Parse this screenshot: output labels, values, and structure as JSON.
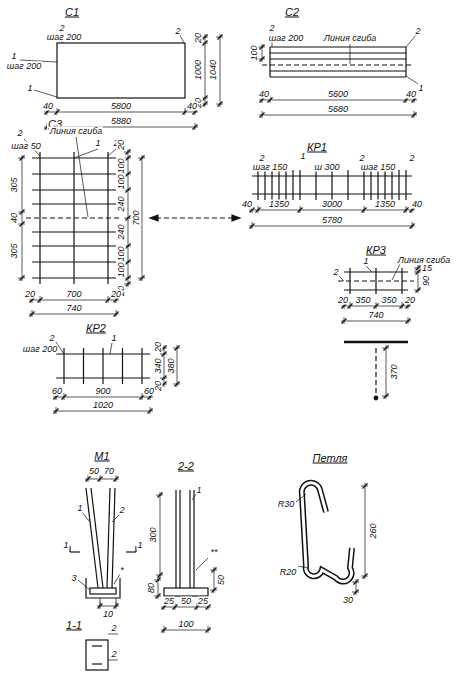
{
  "diagram": {
    "labels": [
      "С1",
      "2",
      "шаг 200",
      "2",
      "1",
      "шаг 200",
      "1",
      "20",
      "1000",
      "1040",
      "20",
      "40",
      "5800",
      "40",
      "5880",
      "С2",
      "2",
      "шаг 200",
      "Линия сгиба",
      "2",
      "100",
      "1",
      "40",
      "5600",
      "40",
      "5680",
      "С3",
      "2",
      "шаг 50",
      "Линия сгиба",
      "1",
      "2",
      "305",
      "40",
      "305",
      "20",
      "100",
      "100",
      "240",
      "240",
      "100",
      "100",
      "20",
      "700",
      "20",
      "700",
      "20",
      "740",
      "КР1",
      "2",
      "шаг 150",
      "1",
      "ш 300",
      "2",
      "шаг 150",
      "2",
      "40",
      "1350",
      "3000",
      "1350",
      "40",
      "5780",
      "КР3",
      "1",
      "Линия сгиба",
      "2",
      "15",
      "90",
      "20",
      "350",
      "350",
      "20",
      "740",
      "370",
      "КР2",
      "2",
      "шаг 200",
      "1",
      "20",
      "340",
      "20",
      "380",
      "60",
      "900",
      "60",
      "1020",
      "М1",
      "50",
      "70",
      "1",
      "2",
      "1",
      "1",
      "3",
      "*",
      "10",
      "1-1",
      "2",
      "2",
      "2-2",
      "1",
      "300",
      "80",
      "50",
      "**",
      "25",
      "50",
      "25",
      "100",
      "Петля",
      "R30",
      "R20",
      "260",
      "30"
    ]
  }
}
